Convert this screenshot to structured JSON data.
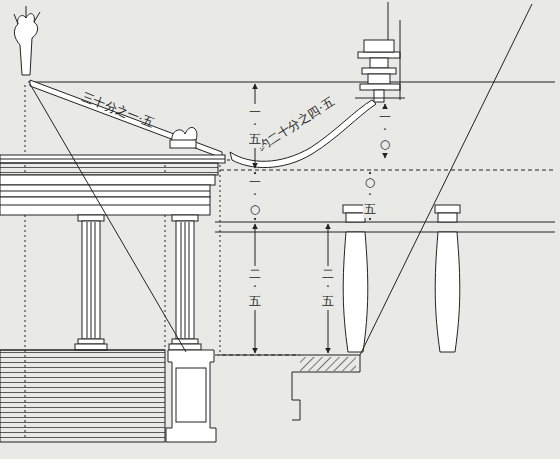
{
  "diagram": {
    "labels": [
      "三十分之一·五",
      "约二十分之四·五",
      "一·五",
      "一·○",
      "二·五",
      "一·○",
      "○·五",
      "二·五"
    ]
  }
}
